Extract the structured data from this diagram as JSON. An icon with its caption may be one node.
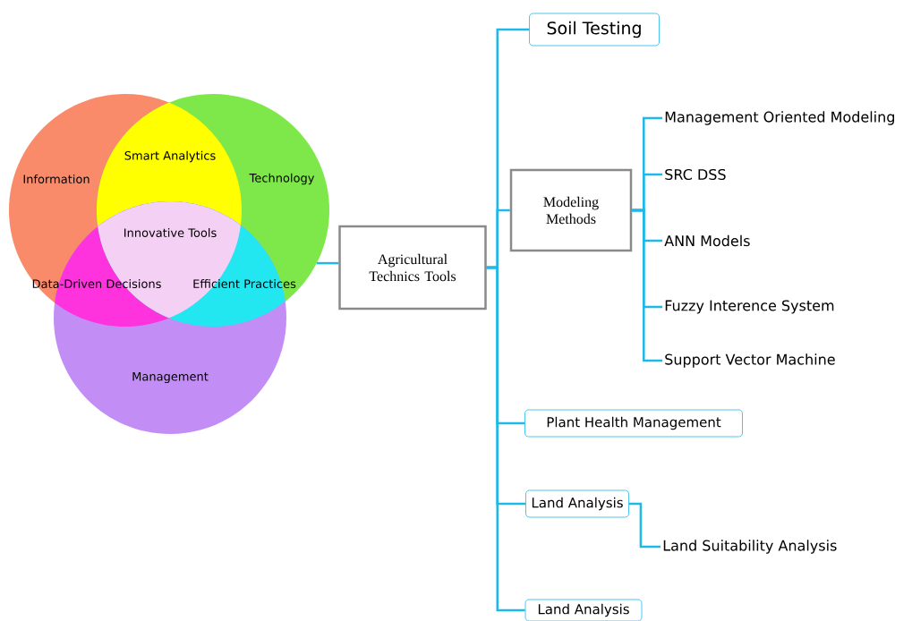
{
  "diagram": {
    "nodes": [
      {
        "text": [
          "Information"
        ]
      },
      {
        "text": [
          "Technology"
        ]
      },
      {
        "text": [
          "Management"
        ]
      },
      {
        "text": [
          "Agricultural Technics Tools"
        ]
      },
      {
        "text": [
          "Soil Testing"
        ]
      },
      {
        "text": [
          "Modeling Methods"
        ]
      },
      {
        "text": [
          "Management Oriented Modeling"
        ]
      },
      {
        "text": [
          "SRC DSS"
        ]
      },
      {
        "text": [
          "ANN Models"
        ]
      },
      {
        "text": [
          "Fuzzy Interence System"
        ]
      },
      {
        "text": [
          "Support Vector Machine"
        ]
      },
      {
        "text": [
          "Plant Health Management"
        ]
      },
      {
        "text": [
          "Land Analysis"
        ]
      },
      {
        "text": [
          "Land Suitability Analysis"
        ]
      },
      {
        "text": [
          "Land Analysis"
        ]
      }
    ],
    "edges": [
      {
        "from": 1,
        "to": 3,
        "arrow": "none"
      },
      {
        "from": 3,
        "to": 4,
        "arrow": "none"
      },
      {
        "from": 3,
        "to": 5,
        "arrow": "none"
      },
      {
        "from": 3,
        "to": 11,
        "arrow": "none"
      },
      {
        "from": 3,
        "to": 12,
        "arrow": "none"
      },
      {
        "from": 3,
        "to": 14,
        "arrow": "none"
      },
      {
        "from": 5,
        "to": 6,
        "arrow": "none"
      },
      {
        "from": 5,
        "to": 7,
        "arrow": "none"
      },
      {
        "from": 5,
        "to": 8,
        "arrow": "none"
      },
      {
        "from": 5,
        "to": 9,
        "arrow": "none"
      },
      {
        "from": 5,
        "to": 10,
        "arrow": "none"
      },
      {
        "from": 12,
        "to": 13,
        "arrow": "none"
      }
    ],
    "labels": [
      "Smart Analytics",
      "Innovative Tools",
      "Data-Driven Decisions",
      "Efficient Practices"
    ]
  }
}
